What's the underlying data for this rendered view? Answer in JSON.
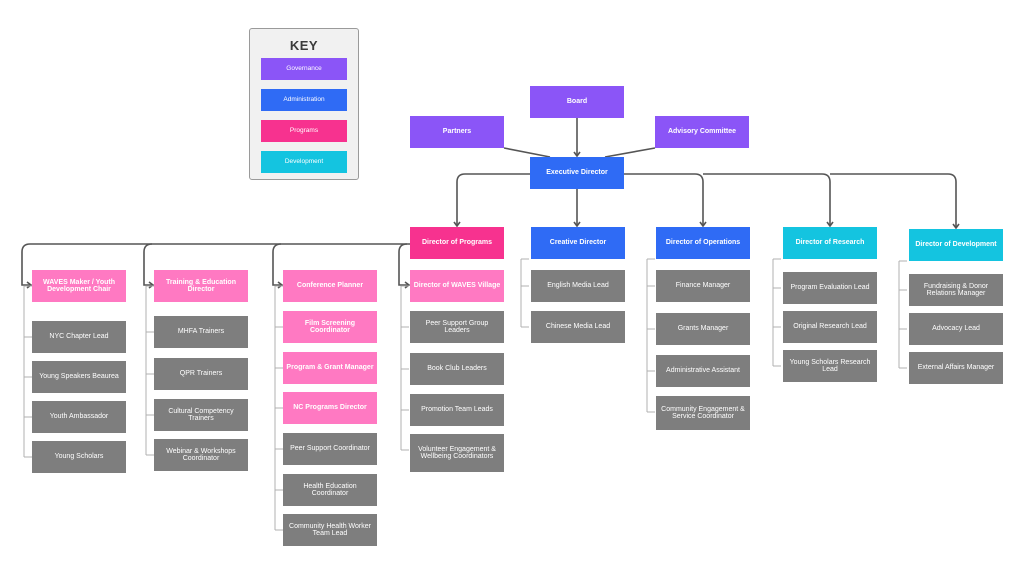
{
  "key": {
    "title": "KEY",
    "items": [
      {
        "label": "Governance",
        "color": "#8b55f7"
      },
      {
        "label": "Administration",
        "color": "#2f6bf5"
      },
      {
        "label": "Programs",
        "color": "#f7328f"
      },
      {
        "label": "Development",
        "color": "#14c4e0"
      }
    ]
  },
  "colors": {
    "connector": "#555555",
    "sub_connector": "#b0b0b0",
    "sub_box": "#7e7e7e",
    "light_program": "#ff79c2"
  },
  "governance": {
    "board": "Board",
    "partners": "Partners",
    "advisory": "Advisory Committee"
  },
  "executive": "Executive Director",
  "directors": {
    "programs": "Director of Programs",
    "creative": "Creative Director",
    "operations": "Director of Operations",
    "research": "Director of Research",
    "development": "Director of Development"
  },
  "programs": {
    "waves_maker": "WAVES Maker / Youth Development Chair",
    "waves_maker_items": [
      "NYC Chapter Lead",
      "Young Speakers Beaurea",
      "Youth Ambassador",
      "Young Scholars"
    ],
    "training": "Training & Education Director",
    "training_items": [
      "MHFA Trainers",
      "QPR Trainers",
      "Cultural Competency Trainers",
      "Webinar & Workshops Coordinator"
    ],
    "mid_roles": [
      "Conference Planner",
      "Film Screening Coordinator",
      "Program & Grant Manager",
      "NC Programs Director"
    ],
    "mid_items": [
      "Peer Support Coordinator",
      "Health Education Coordinator",
      "Community Health Worker Team Lead"
    ],
    "village": "Director of WAVES Village",
    "village_items": [
      "Peer Support Group Leaders",
      "Book Club Leaders",
      "Promotion Team Leads",
      "Volunteer Engagement & Wellbeing  Coordinators"
    ]
  },
  "creative_items": [
    "English Media Lead",
    "Chinese Media Lead"
  ],
  "operations_items": [
    "Finance Manager",
    "Grants Manager",
    "Administrative Assistant",
    "Community Engagement & Service Coordinator"
  ],
  "research_items": [
    "Program Evaluation Lead",
    "Original Research Lead",
    "Young Scholars Research Lead"
  ],
  "development_items": [
    "Fundraising & Donor Relations Manager",
    "Advocacy Lead",
    "External Affairs Manager"
  ]
}
